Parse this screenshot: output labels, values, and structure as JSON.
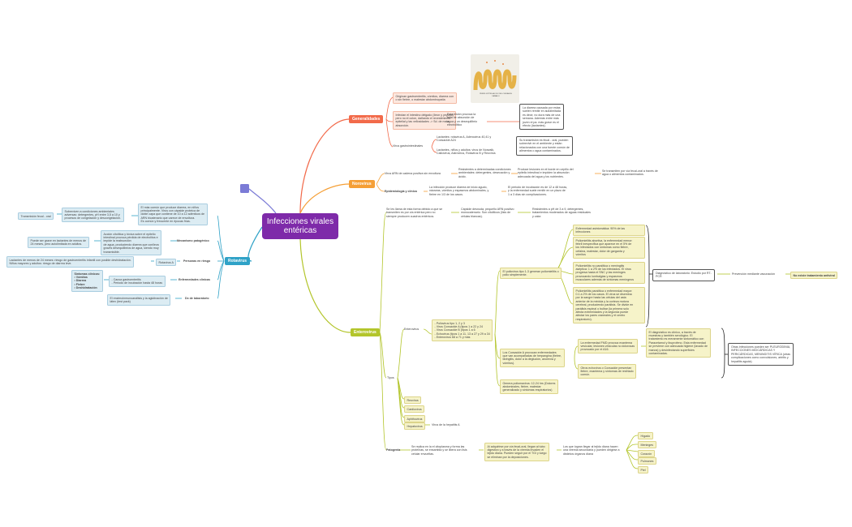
{
  "title": "Infecciones virales\nentéricas",
  "colors": {
    "center": "#7e2aa9",
    "generalidades": "#f26a4a",
    "norovirus": "#f59f36",
    "enterovirus": "#b3c52b",
    "rotavirus": "#2fa2c7"
  },
  "illustration": {
    "caption": "PERFIL EPITELIAL DE VELLOSIDADES\nDAÑADO"
  },
  "generalidades": {
    "label": "Generalidades",
    "texts": [
      "Originan gastroenteritis, vómitos, diarrea con\no sin fiebre, o malestar abdominopatía",
      "Infectan el intestino delgado (íleon y yeyuno)\npero no el colon, dañando el revestimiento\nepitelial y las vellosidades -> Sd. de mala\nabsorción.",
      "Esta lesión provoca la\nfalta de absorción de\nagua y un desequilibrio\nelectrolítico",
      "La diarrea causada por estas\nsuelen remitir en autolimitada\nes decir, no dura más de una\nsemana. Además entre más\njoven el pa. más grave es el\nefecto (lactantes).",
      "Virus gastrointestinales",
      "Lactantes: rotavirus A, Adenovirus 40,41 y\nCoxsackie A24",
      "Lactantes, niños y adultos: virus de Norwalk,\nCalicivirus, Astrovirus, Rotavirus B y Reovirus",
      "Su transmisión es fecal - oral, pueden\nsobrevivir en el ambiente y están\nrelacionados con una fuente común de\nalimentos o agua contaminados."
    ]
  },
  "norovirus": {
    "label": "Norovirus",
    "texts": [
      "Virus ARN de cadena positiva sin envoltura",
      "Resistentes a determinadas condiciones\nambientales: detergentes, desecación y\nácido.",
      "Produce lesiones en el borde en cepillo del\nepitelio intestinal e impiden la absorción\nadecuada del agua y los nutrientes.",
      "Se transmiten por vía fecal-oral a través de\nagua o alimentos contaminados.",
      "Epidemiología y clínica",
      "La infección produce diarrea de inicio agudo,\nnáuseas, vómitos y espasmos abdominales, y\nfiebre en 1/3 de los casos.",
      "El periodo de incubación es de 12 a 48 horas,\ny la enfermedad suele remitir en un plazo de\n1 a 3 días sin complicaciones."
    ]
  },
  "enterovirus": {
    "label": "Enterovirus",
    "texts": [
      "Se les llama de esta forma debido a que se\ntransmiten es por vía entérica pero no\nsiempre producen cuadros entéricos.",
      "Cápside desnuda, pequeño ARN positivo\nmonocatenario. Son citolíticos (lisis de\ncélulas blancas).",
      "Resistentes a pH de 3 a 9, detergentes,\ntratamientos moderados de aguas residuales\ny calor.",
      "Tipos",
      "Enterovirus",
      "- Poliovirus tipo 1, 2 y 3\n- Virus Coxsackie A (tipos 1 a 22 y 24\n- Virus Coxsackie B (tipos 1 a 6\n- Echovirus (tipos 1 a 11, 13 a 27 y 29 a 34\n- Enterovirus 68 a 71 y más",
      "El poliovirus tipo 1-3 generan poliomielitis o\npolio simplemente.",
      "Enfermedad asintomática: 90% de las\ninfecciones",
      "Poliomielitis abortiva, la enfermedad menor:\nfebril inespecífica que aparece en el 5% de\nlos infectados con síntomas como fiebre,\ncefalea, malestar, dolor de garganta y\nvómitos",
      "Poliomielitis no paralítica o meningitis\naséptica: 1 a 2% de los infectados. El virus\nprogresa hasta el SNC y las meninges\nprovocando lumbalgias y espasmos\nmusculares además de síntomas meníngeos",
      "Poliomielitis paralítica o enfermedad mayor:\n0.1 a 2% de los casos. El virus se disemina\npor la sangre hasta las células del asta\nanterior de la médula y la corteza motora\ncerebral, produciendo parálisis. Se divide en\nparálisis espinal o bulbar (la primera solo\nafecta extremidades y la segunda puede\nafectar los pares craneales y el centro\nrespiratorio).",
      "Diagnóstico de laboratorio: Estudio por RT-\nPCR",
      "Prevención mediante vacunación",
      "No existe tratamiento antiviral",
      "Los Coxsackie A provocan enfermedades\nque van acompañadas de herpangina (fiebre,\nfaringitis, dolor a la deglución, anorexia y\nvómitos).",
      "La enfermedad FMD provoca exantema\nvesicular, lesiones vesiculas no dolorosas\nprovocado por el A16.",
      "El diagnóstico es clínico, a través de\nmuestras y también serológico. El\ntratamiento es meramente sintomático con\nParacetamol y ibuprofeno. Esta enfermedad\nse previene con adecuada higiene (lavado de\nmanos) y desinfectando superficies\ncontaminadas.",
      "Otros echovirus o Coxsackie presentan\nfiebre, exantema y síntomas de resfriado\ncomún.",
      "Otras infecciones pueden ser PLEURODINIA,\nINFECCIONES MIOCÁRDICAS Y\nPERICÁRDICAS, MENINGITIS VÍRICA (otras\ncomplicaciones como convulsiones, artritis y\nhepatitis aguda)",
      "Genera poliomavirus: 12-24 hrs (Dolores\nabdominales, fiebre, malestar\ngeneralizado y síntomas respiratorios)",
      "Reovirus",
      "Cardiovirus",
      "Aphthovirus",
      "Hepatovirus",
      "Virus de la hepatitis A",
      "Patogenia",
      "Se replica en la el citoplasma y forma las\nproteínas, se ensambla y se libera con lisis\ncelular envueltas.",
      "Al adquirirse por vía fecal-oral, llegan al tubo\ndigestivo y a través de la viremia invaden el\ntejido diana. Pueden seguir por el TGI y luego\nse eliminan por la deposiciones.",
      "Los que logran llegar al tejido diana hacen\nuna viremia secundaria y pueden dirigirse a\ndistintos órganos diana",
      "Hígado",
      "Meninges",
      "Corazón",
      "Pulmones",
      "Piel"
    ]
  },
  "rotavirus": {
    "label": "Rotavirus",
    "texts": [
      "El más común que produce diarrea, en niños\nprincipalmente. Virus con cápside proteica de\ndoble capa que contiene de 10 a 12 adénticos de\nARN bicatenario que carece de envoltura.\nEs común y frecuente en épocas frías.",
      "Sobreviven a condiciones ambientales\nadversas: detergentes, pH entre 3,5 a 10 y\nprocesos de congelación y descongelación.",
      "Transmisión fecal - oral",
      "Acción citolítica y tóxica sobre el epitelio\nintestinal provoca pérdida de electrolitos e\nimpide la reabsorción\nde agua, produciendo diarrea que conlleva\ngraves desequilibrios de agua, siendo muy\ntransmisible.",
      "Mecanismo patogénico",
      "Puede ser grave en lactantes de menos de\n24 meses, pero autolimitada en adultos.",
      "Personas en riesgo",
      "Rotavirus A",
      "Lactantes de menos de 24 meses: riesgo de gastroenteritis infantil con posible deshidratación.\nNiños mayores y adultos: riesgo de diarrea leve.",
      "Síntomas clínicos:\n• Vómitos\n• Diarrea\n• Fiebre\n• Deshidratación",
      "- Causa gastroenteritis\n- Periodo de incubación hasta 48 horas",
      "Enfermedades clínicas",
      "El enzimoinmunoanálisis y la aglutinación de\nlátex (test pack)",
      "Dx de laboratorio"
    ]
  }
}
